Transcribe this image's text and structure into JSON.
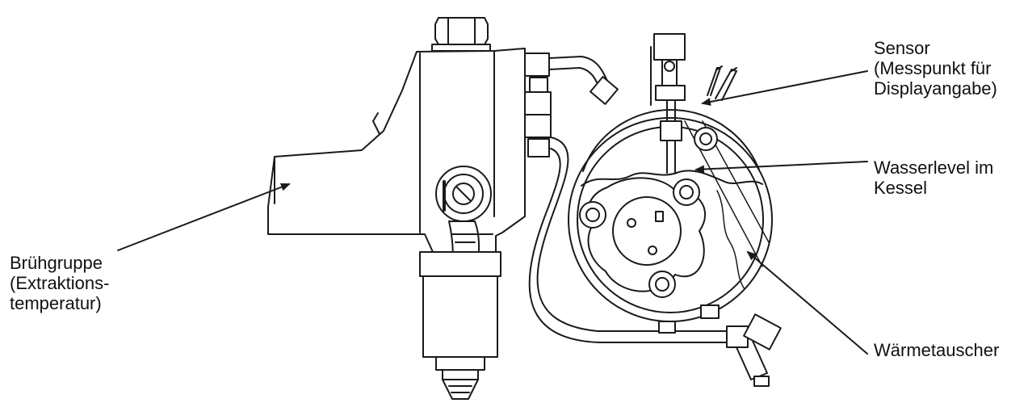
{
  "colors": {
    "line": "#1a1a1a",
    "background": "#ffffff"
  },
  "labels": {
    "sensor": [
      "Sensor",
      "(Messpunkt für",
      "Displayangabe)"
    ],
    "water_level": [
      "Wasserlevel im",
      "Kessel"
    ],
    "brew_group": [
      "Brühgruppe",
      "(Extraktions-",
      "temperatur)"
    ],
    "heat_exchanger": [
      "Wärmetauscher"
    ]
  }
}
